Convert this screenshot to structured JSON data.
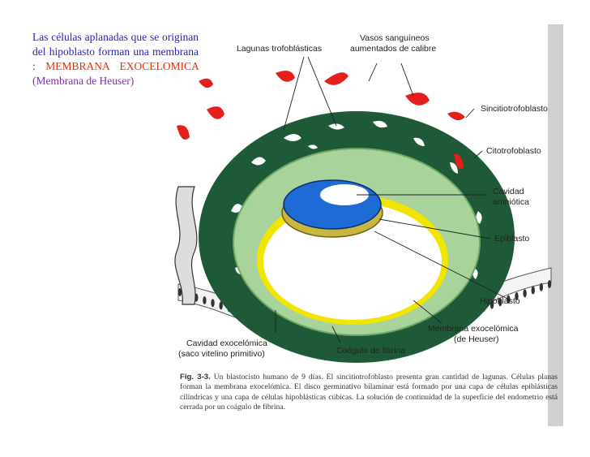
{
  "intro": {
    "part1": "Las células aplanadas que se originan del hipoblasto forman una membrana : ",
    "part2": "MEMBRANA EXOCELOMICA",
    "part3": " (Membrana de Heuser)"
  },
  "labels": {
    "lagunas": "Lagunas trofoblásticas",
    "vasos_1": "Vasos sanguíneos",
    "vasos_2": "aumentados de calibre",
    "sincitio": "Sincitiotrofoblasto",
    "citotrofo": "Citotrofoblasto",
    "cavidad_amn_1": "Cavidad",
    "cavidad_amn_2": "amniótica",
    "epiblasto": "Epiblasto",
    "hipoblasto": "Hipoblasto",
    "membrana_1": "Membrana exocelómica",
    "membrana_2": "(de Heuser)",
    "cavidad_exo_1": "Cavidad exocelómica",
    "cavidad_exo_2": "(saco vitelino primitivo)",
    "coagulo": "Coágulo de fibrina"
  },
  "caption": {
    "fig_label": "Fig. 3-3.",
    "text": " Un blastocisto humano de 9 días. El sincitiotrofoblasto presenta gran cantidad de lagunas. Células planas forman la membrana exocelómica. El disco germinativo bilaminar está formado por una capa de células epiblásticas cilíndricas y una capa de células hipoblásticas cúbicas. La solución de continuidad de la superficie del endometrio está cerrada por un coágulo de fibrina."
  },
  "colors": {
    "intro_text": "#2a1fb3",
    "intro_red": "#e03010",
    "intro_purple": "#8a2bb8",
    "syncytio": "#1f5a38",
    "cyto": "#a8d39a",
    "yolk_membrane": "#f2e600",
    "epiblast": "#1e6bd6",
    "hypoblast": "#c8b640",
    "vessels": "#e3201c"
  }
}
